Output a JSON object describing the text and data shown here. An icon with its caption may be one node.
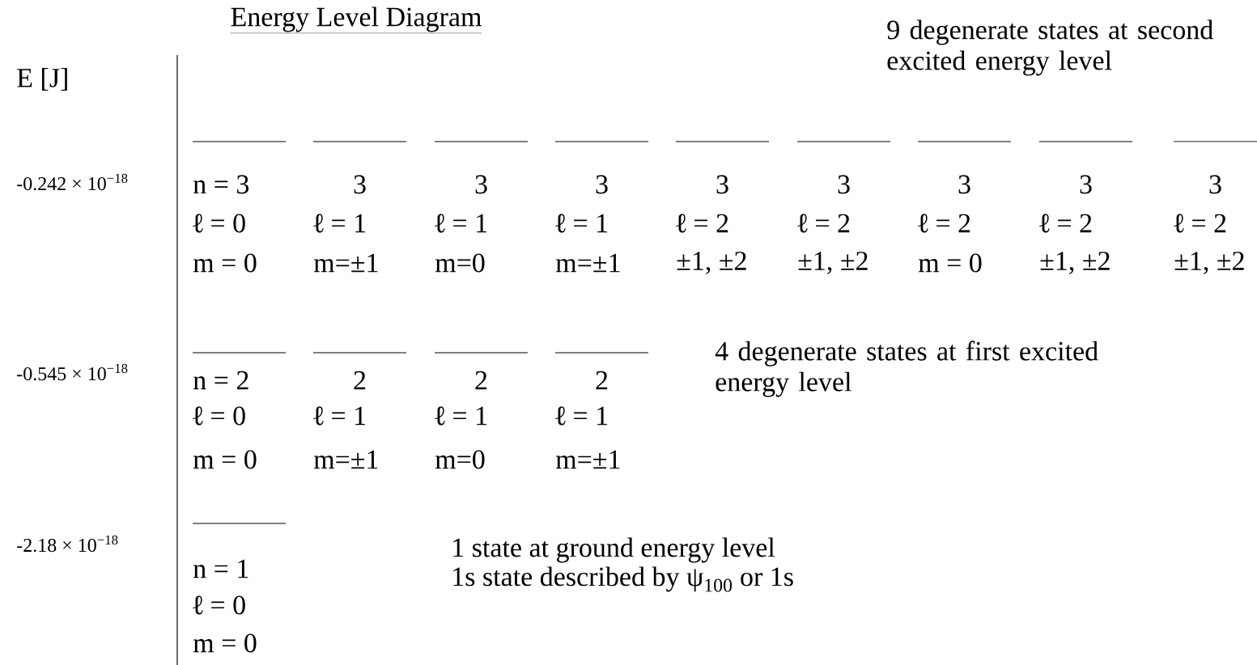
{
  "diagram": {
    "title": "Energy Level Diagram",
    "labels": [
      "9 degenerate states at second excited energy level",
      "E [J]",
      "-0.242 × 10$^{−18}$",
      "n = 3",
      "3",
      "3",
      "3",
      "3",
      "3",
      "3",
      "3",
      "3",
      "**ℓ** = 0",
      "**ℓ** = 1",
      "**ℓ** = 1",
      "**ℓ** = 1",
      "**ℓ** = 2",
      "**ℓ** = 2",
      "**ℓ** = 2",
      "**ℓ** = 2",
      "**ℓ** = 2",
      "m = 0",
      "m=±1",
      "m=0",
      "m=±1",
      "±1, ±2",
      "±1, ±2",
      "m = 0",
      "±1, ±2",
      "±1, ±2",
      "-0.545 × 10$^{−18}$",
      "n = 2",
      "2",
      "2",
      "2",
      "4 degenerate states at first excited energy level",
      "**ℓ** = 0",
      "**ℓ** = 1",
      "**ℓ** = 1",
      "**ℓ** = 1",
      "m = 0",
      "m=±1",
      "m=0",
      "m=±1",
      "-2.18 × 10$^{−18}$",
      "n = 1",
      "1 state at ground energy level",
      "1s state described by ψ$_{100}$ or 1s",
      "**ℓ** = 0",
      "m = 0"
    ]
  }
}
